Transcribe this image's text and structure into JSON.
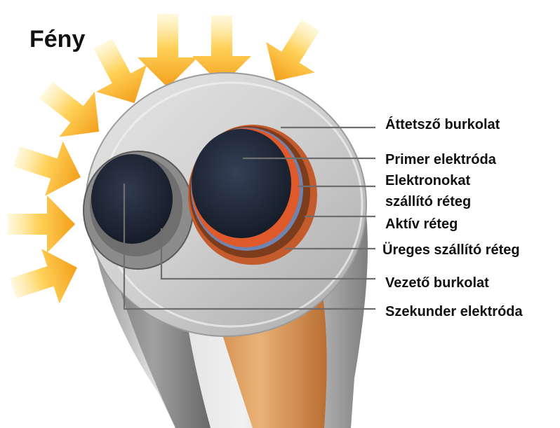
{
  "title": "Fény",
  "labels": {
    "transparent_cladding": "Áttetsző burkolat",
    "primary_electrode": "Primer elektróda",
    "electron_transport_line1": "Elektronokat",
    "electron_transport_line2": "szállító réteg",
    "active_layer": "Aktív réteg",
    "hole_transport_layer": "Üreges szállító réteg",
    "conductive_cladding": "Vezető burkolat",
    "secondary_electrode": "Szekunder elektróda"
  },
  "colors": {
    "sun_ray": "#f6b126",
    "cladding": "#c9c9c9",
    "electrode": "#1e2433",
    "electron_transport": "#e0592a",
    "active_layer": "#7d3d1c",
    "hole_transport": "#c45b2c",
    "core_orange": "#e2a25e",
    "leader_line": "#6e6e6e"
  },
  "icons": {
    "light_rays": "arrow-icon"
  }
}
